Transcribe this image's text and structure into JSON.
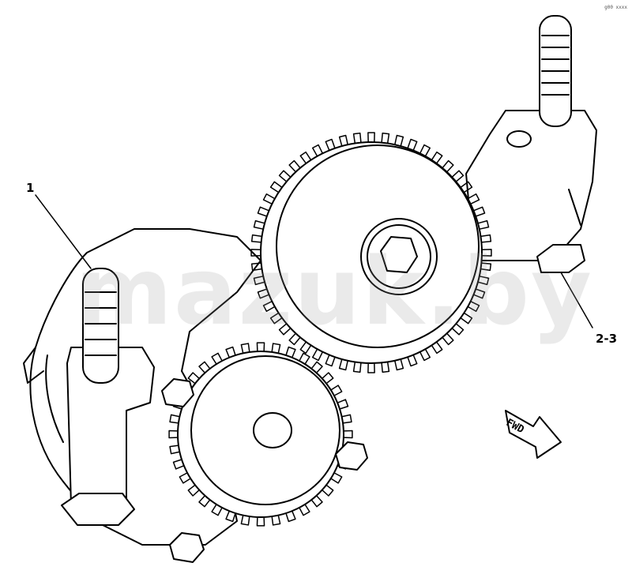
{
  "callouts": {
    "pump_assembly": "1",
    "stud_nut": "2-3"
  },
  "direction_arrow": {
    "label": "FWD"
  },
  "corner_code": "g00 xxxx",
  "watermark": "mazuk.by",
  "colors": {
    "line": "#000000",
    "background": "#ffffff",
    "watermark": "#969696"
  }
}
